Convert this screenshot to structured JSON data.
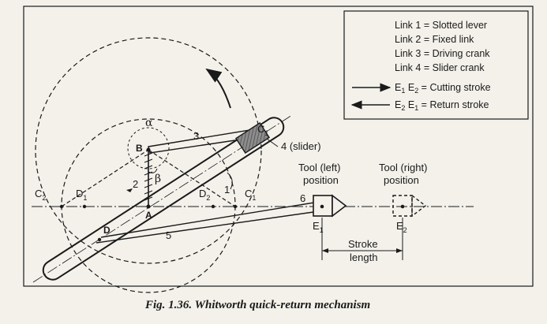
{
  "legend": {
    "link1": "Link 1 =  Slotted lever",
    "link2": "Link 2 =  Fixed link",
    "link3": "Link 3 =  Driving crank",
    "link4": "Link 4 =  Slider crank",
    "cutting_label": "E",
    "cutting_text": "Cutting stroke",
    "return_text": "Return stroke"
  },
  "labels": {
    "alpha": "α",
    "beta": "β",
    "B": "B",
    "A": "A",
    "C1": "C",
    "C2": "C",
    "D": "D",
    "D1": "D",
    "D2": "D",
    "E1": "E",
    "E2": "E",
    "link1": "1",
    "link2": "2",
    "link3": "3",
    "link5": "5",
    "link6": "6",
    "slider": "4 (slider)",
    "tool_left_1": "Tool (left)",
    "tool_left_2": "position",
    "tool_right_1": "Tool (right)",
    "tool_right_2": "position",
    "stroke_1": "Stroke",
    "stroke_2": "length",
    "sub1": "1",
    "sub2": "2"
  },
  "caption": "Fig. 1.36. Whitworth quick-return mechanism"
}
